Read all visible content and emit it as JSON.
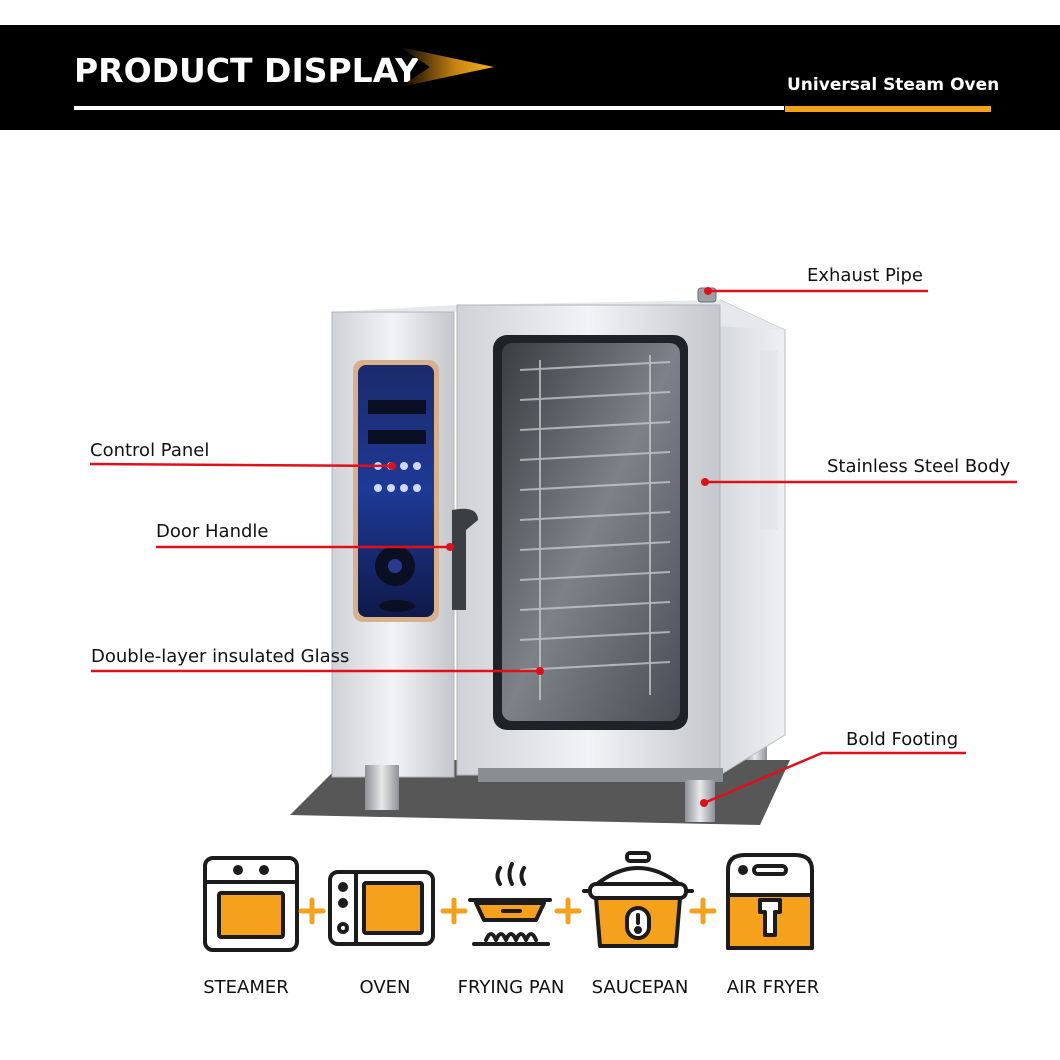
{
  "header": {
    "title": "PRODUCT DISPLAY",
    "subtitle": "Universal Steam Oven",
    "accent_color": "#f5a11c",
    "background": "#000000"
  },
  "callouts": {
    "exhaust_pipe": "Exhaust Pipe",
    "control_panel": "Control Panel",
    "stainless_steel_body": "Stainless Steel Body",
    "door_handle": "Door Handle",
    "double_layer_glass": "Double-layer insulated Glass",
    "bold_footing": "Bold Footing",
    "leader_color": "#e0101a"
  },
  "functions": {
    "items": [
      {
        "label": "STEAMER",
        "icon": "steamer-icon"
      },
      {
        "label": "OVEN",
        "icon": "oven-icon"
      },
      {
        "label": "FRYING PAN",
        "icon": "frying-pan-icon"
      },
      {
        "label": "SAUCEPAN",
        "icon": "saucepan-icon"
      },
      {
        "label": "AIR FRYER",
        "icon": "air-fryer-icon"
      }
    ],
    "joiner_icon": "plus-icon",
    "icon_fill": "#f5a11c"
  }
}
